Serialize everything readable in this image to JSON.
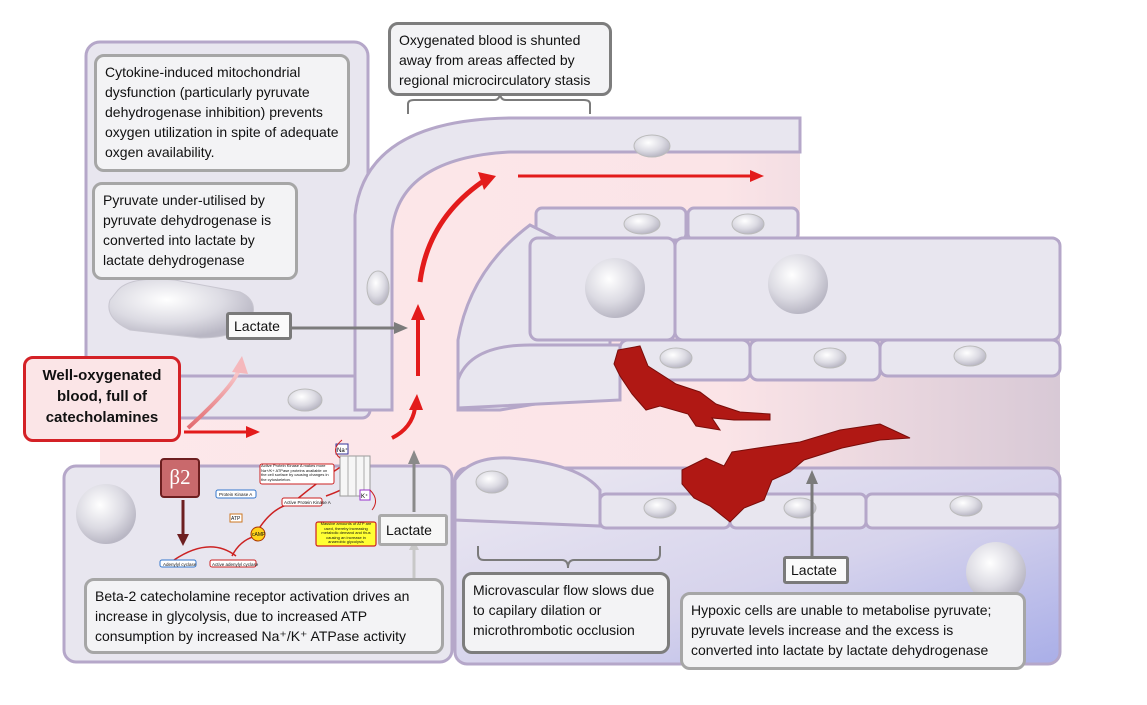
{
  "labels": {
    "cytokine": "Cytokine-induced mitochondrial dysfunction (particularly pyruvate dehydrogenase inhibition) prevents oxygen utilization in spite of adequate oxgen availability.",
    "pyruvate_underutilised": "Pyruvate under-utilised by pyruvate dehydrogenase is converted into lactate by lactate dehydrogenase",
    "shunted": "Oxygenated blood is shunted away from areas affected by regional microcirculatory stasis",
    "well_oxygenated": "Well-oxygenated blood, full of catecholamines",
    "beta2": "β2",
    "beta2_activation": "Beta-2 catecholamine receptor activation drives an increase in glycolysis,  due to increased ATP consumption by increased Na⁺/K⁺ ATPase activity",
    "microvascular": "Microvascular flow slows due to capilary dilation  or microthrombotic occlusion",
    "hypoxic": "Hypoxic cells are unable to metabolise pyruvate; pyruvate levels increase and the excess is converted into lactate by lactate dehydrogenase",
    "lactate_1": "Lactate",
    "lactate_2": "Lactate",
    "lactate_3": "Lactate"
  },
  "mini_diagram": {
    "na": "Na⁺",
    "k": "K⁺",
    "pka_note": "Active Protein Kinase A makes more Na+/K+ ATPase proteins available on the cell surface by causing changes in the cytoskeleton.",
    "pka": "Protein Kinase A",
    "active_pka": "Active Protein Kinase A",
    "atp": "ATP",
    "camp": "cAMP",
    "adenylyl": "Adenylyl cyclase",
    "active_adenylyl": "Active adenylyl cyclase",
    "atp_note": "Massive amounts of ATP are used, thereby increasing metabolic demand and thus causing an increase in anaerobic glycolysis"
  },
  "colors": {
    "vessel_wall": "#e8e6ef",
    "wall_border": "#b5a7c9",
    "lumen": "#fde8ea",
    "arrow_red": "#e31b1b",
    "thrombus": "#b01814",
    "arrow_grey": "#7b7b7b",
    "callout_border": "#a6a6a6"
  }
}
